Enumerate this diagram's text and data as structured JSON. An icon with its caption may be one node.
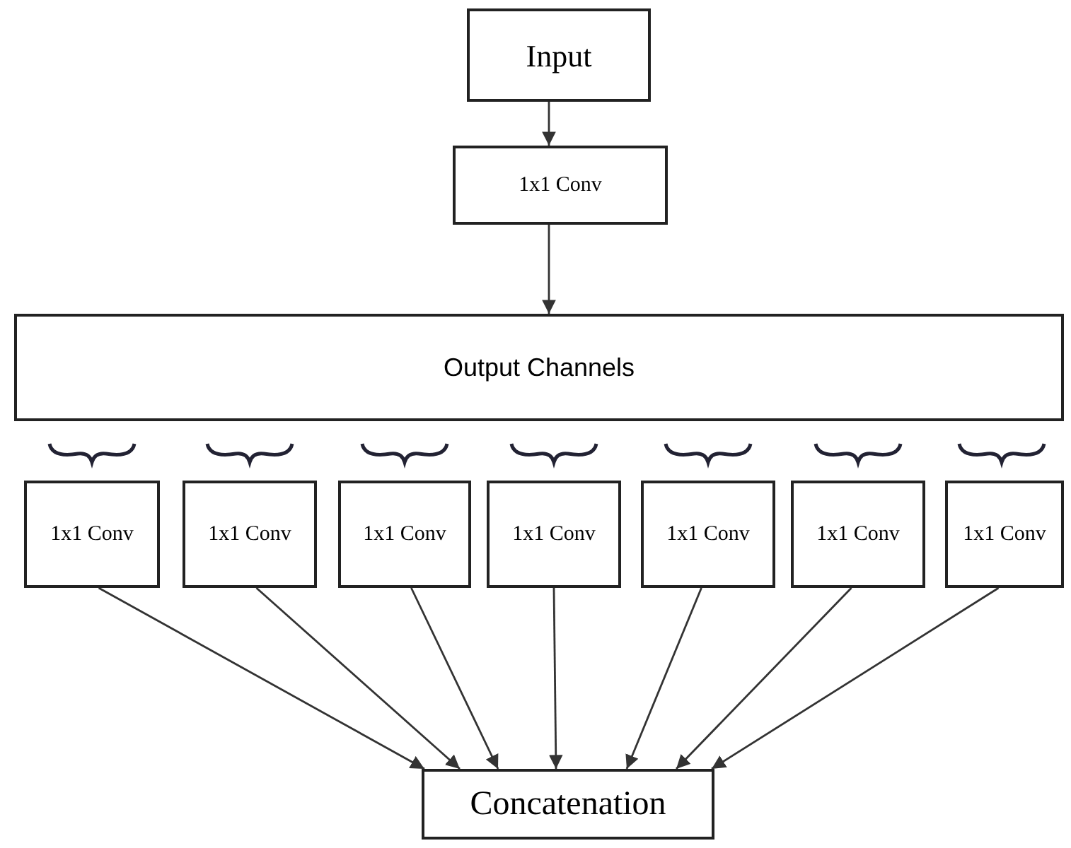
{
  "diagram": {
    "nodes": [
      {
        "text": [
          "Input"
        ]
      },
      {
        "text": [
          "1x1 Conv"
        ]
      },
      {
        "text": [
          "Output Channels"
        ]
      },
      {
        "text": [
          "1x1 Conv"
        ]
      },
      {
        "text": [
          "1x1 Conv"
        ]
      },
      {
        "text": [
          "1x1 Conv"
        ]
      },
      {
        "text": [
          "1x1 Conv"
        ]
      },
      {
        "text": [
          "1x1 Conv"
        ]
      },
      {
        "text": [
          "1x1 Conv"
        ]
      },
      {
        "text": [
          "1x1 Conv"
        ]
      },
      {
        "text": [
          "Concatenation"
        ]
      }
    ],
    "edges": [
      {
        "from": 0,
        "to": 1,
        "arrow": "to"
      },
      {
        "from": 1,
        "to": 2,
        "arrow": "to"
      },
      {
        "from": 3,
        "to": 10,
        "arrow": "to"
      },
      {
        "from": 4,
        "to": 10,
        "arrow": "to"
      },
      {
        "from": 5,
        "to": 10,
        "arrow": "to"
      },
      {
        "from": 6,
        "to": 10,
        "arrow": "to"
      },
      {
        "from": 7,
        "to": 10,
        "arrow": "to"
      },
      {
        "from": 8,
        "to": 10,
        "arrow": "to"
      },
      {
        "from": 9,
        "to": 10,
        "arrow": "to"
      }
    ]
  }
}
